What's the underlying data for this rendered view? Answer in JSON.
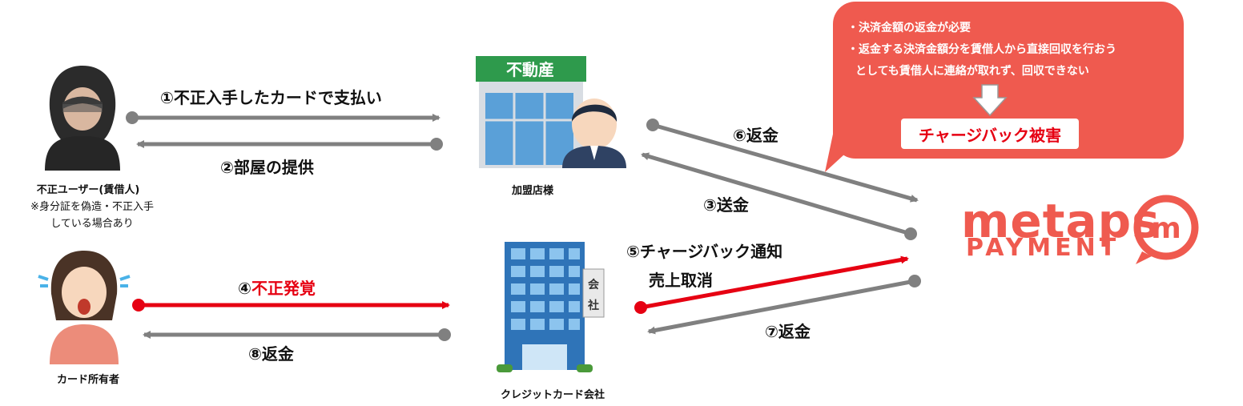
{
  "nodes": {
    "fraud_user": {
      "name": "不正ユーザー(賃借人)",
      "note_line1": "※身分証を偽造・不正入手",
      "note_line2": "している場合あり"
    },
    "merchant": {
      "name": "加盟店様",
      "sign": "不動産"
    },
    "card_owner": {
      "name": "カード所有者"
    },
    "card_company": {
      "name": "クレジットカード会社",
      "sign_top": "会",
      "sign_bottom": "社"
    },
    "metaps": {
      "logo_top": "metaps",
      "logo_bottom": "PAYMENT",
      "logo_mark": "m"
    }
  },
  "steps": {
    "s1": "①不正入手したカードで支払い",
    "s2": "②部屋の提供",
    "s3": "③送金",
    "s4_prefix": "④",
    "s4_text": "不正発覚",
    "s5_line1": "⑤チャージバック通知",
    "s5_line2": "売上取消",
    "s6": "⑥返金",
    "s7": "⑦返金",
    "s8": "⑧返金"
  },
  "callout": {
    "line1": "・決済金額の返金が必要",
    "line2": "・返金する決済金額分を賃借人から直接回収を行おう",
    "line3": "としても賃借人に連絡が取れず、回収できない",
    "result": "チャージバック被害"
  },
  "colors": {
    "gray_arrow": "#808080",
    "red_arrow": "#e60012",
    "callout_bg": "#ef5a4f",
    "brand": "#ef5a4f"
  }
}
